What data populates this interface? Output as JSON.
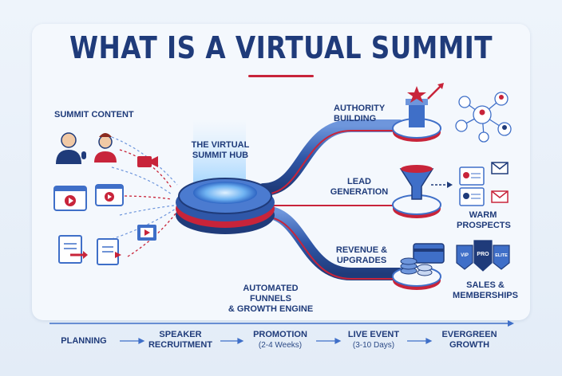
{
  "title": "WHAT IS A VIRTUAL SUMMIT",
  "left": {
    "heading": "SUMMIT CONTENT"
  },
  "hub": {
    "label_line1": "THE VIRTUAL",
    "label_line2": "SUMMIT HUB",
    "engine_line1": "AUTOMATED FUNNELS",
    "engine_line2": "& GROWTH ENGINE"
  },
  "branches": {
    "authority_line1": "AUTHORITY",
    "authority_line2": "BUILDING",
    "lead_line1": "LEAD",
    "lead_line2": "GENERATION",
    "revenue_line1": "REVENUE &",
    "revenue_line2": "UPGRADES"
  },
  "outcomes": {
    "warm_line1": "WARM",
    "warm_line2": "PROSPECTS",
    "sales_line1": "SALES &",
    "sales_line2": "MEMBERSHIPS",
    "badges": [
      "VIP",
      "PRO",
      "ELITE"
    ]
  },
  "timeline": {
    "planning": "PLANNING",
    "speaker_line1": "SPEAKER",
    "speaker_line2": "RECRUITMENT",
    "promotion": "PROMOTION",
    "promotion_sub": "(2-4 Weeks)",
    "live": "LIVE EVENT",
    "live_sub": "(3-10 Days)",
    "evergreen_line1": "EVERGREEN",
    "evergreen_line2": "GROWTH"
  },
  "colors": {
    "navy": "#1f3b7a",
    "blue": "#3f6fc8",
    "red": "#c8243a",
    "light": "#f4f8fd"
  }
}
